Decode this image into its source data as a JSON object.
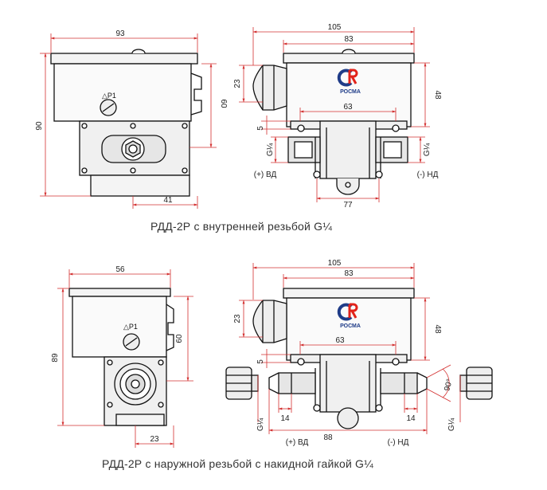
{
  "captions": {
    "top": "РДД-2Р с внутренней резьбой G¼",
    "bottom": "РДД-2Р с наружной резьбой с накидной гайкой G¼"
  },
  "logo": {
    "text": "РОСМА",
    "colors": {
      "blue": "#1f3c88",
      "red": "#e2231a"
    }
  },
  "colors": {
    "outline": "#111111",
    "dimension": "#d33030",
    "body_fill": "#f4f4f4",
    "inner_fill": "#e6e6e6"
  },
  "top_side": {
    "width": "93",
    "height": "90",
    "right_height": "60",
    "bottom_offset": "41",
    "label_p1": "△P1"
  },
  "top_front": {
    "overall_width": "105",
    "body_width": "83",
    "gland_height": "23",
    "body_height": "48",
    "mount_spacing": "63",
    "flange": "5",
    "port_left": "G¼",
    "port_right": "G¼",
    "base_width": "77",
    "label_high": "(+) ВД",
    "label_low": "(-) НД"
  },
  "bottom_side": {
    "width": "56",
    "height": "89",
    "right_height": "60",
    "bottom_offset": "23",
    "label_p1": "△P1"
  },
  "bottom_front": {
    "overall_width": "105",
    "body_width": "83",
    "gland_height": "23",
    "body_height": "48",
    "mount_spacing": "63",
    "flange": "5",
    "thread_left": "14",
    "thread_right": "14",
    "base_width": "88",
    "angle": "90°",
    "port_left": "G¼",
    "port_right": "G¼",
    "label_high": "(+) ВД",
    "label_low": "(-) НД"
  }
}
